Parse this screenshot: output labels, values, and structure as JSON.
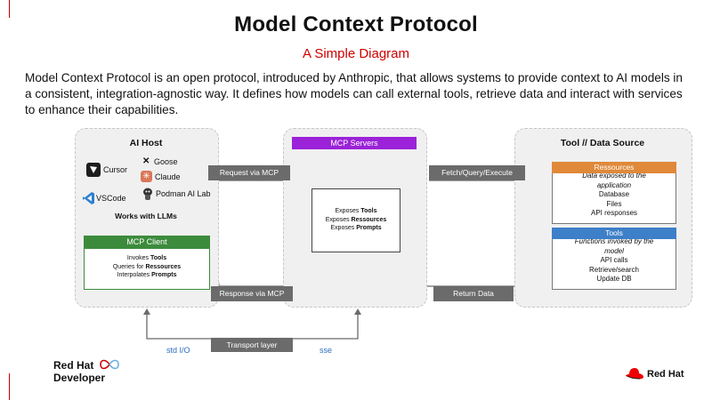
{
  "header": {
    "title": "Model Context Protocol",
    "subtitle": "A Simple Diagram",
    "description": "Model Context Protocol is an open protocol, introduced by Anthropic, that allows systems to provide context to AI models in a consistent, integration-agnostic way.  It defines how models can call external tools, retrieve data and interact with services to enhance their capabilities."
  },
  "ai_host": {
    "title": "AI Host",
    "apps": {
      "cursor": "Cursor",
      "goose": "Goose",
      "claude": "Claude",
      "vscode": "VSCode",
      "podman": "Podman AI Lab"
    },
    "works_with": "Works with LLMs",
    "client": {
      "title": "MCP Client",
      "lines": [
        {
          "pre": "Invokes ",
          "bold": "Tools"
        },
        {
          "pre": "Queries for ",
          "bold": "Ressources"
        },
        {
          "pre": "Interpolates ",
          "bold": "Prompts"
        }
      ]
    }
  },
  "servers": {
    "title": "MCP Servers",
    "lines": [
      {
        "pre": "Exposes ",
        "bold": "Tools"
      },
      {
        "pre": "Exposes ",
        "bold": "Ressources"
      },
      {
        "pre": "Exposes ",
        "bold": "Prompts"
      }
    ]
  },
  "data_source": {
    "title": "Tool // Data Source",
    "resources": {
      "title": "Ressources",
      "desc": "Data exposed to the application",
      "items": [
        "Database",
        "Files",
        "API responses"
      ]
    },
    "tools": {
      "title": "Tools",
      "desc": "Functions invoked by the model",
      "items": [
        "API calls",
        "Retrieve/search",
        "Update DB"
      ]
    }
  },
  "arrows": {
    "request": "Request via MCP",
    "fetch": "Fetch/Query/Execute",
    "response": "Response via MCP",
    "return": "Return Data"
  },
  "transport": {
    "label": "Transport layer",
    "left": "std I/O",
    "right": "sse"
  },
  "footer": {
    "brand_line1": "Red Hat",
    "brand_line2": "Developer",
    "redhat": "Red Hat"
  },
  "colors": {
    "accent_red": "#cc0000",
    "client_green": "#3c8b3c",
    "servers_purple": "#9b22d8",
    "resources_orange": "#e0893a",
    "tools_blue": "#3d7fc8",
    "arrow_gray": "#6b6b6b"
  }
}
